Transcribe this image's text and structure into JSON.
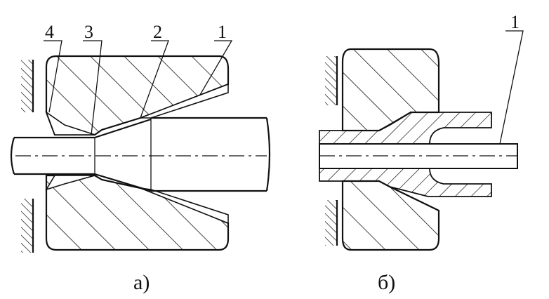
{
  "figure_a": {
    "caption": "а)",
    "labels": [
      "4",
      "3",
      "2",
      "1"
    ]
  },
  "figure_b": {
    "caption": "б)",
    "labels": [
      "1"
    ]
  }
}
